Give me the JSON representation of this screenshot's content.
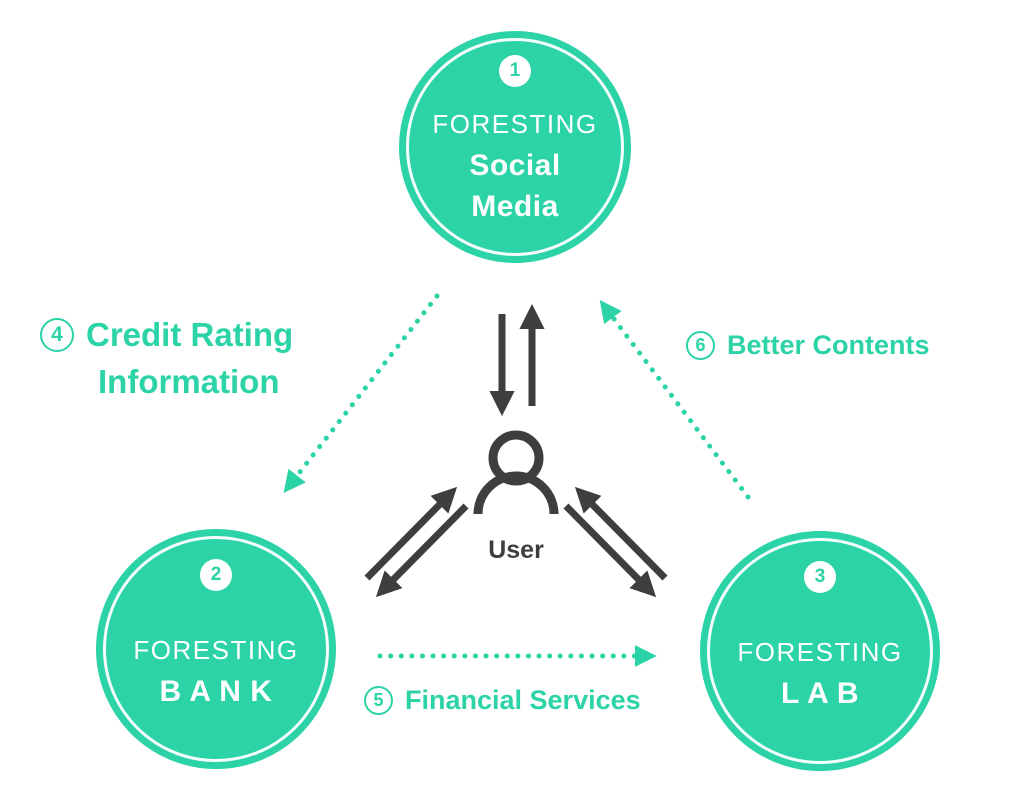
{
  "colors": {
    "teal": "#2bd3a7",
    "dark": "#3e3e3e",
    "white": "#ffffff"
  },
  "nodes": {
    "social": {
      "number": "1",
      "brand": "FORESTING",
      "title_line1": "Social",
      "title_line2": "Media"
    },
    "bank": {
      "number": "2",
      "brand": "FORESTING",
      "title": "B A N K"
    },
    "lab": {
      "number": "3",
      "brand": "FORESTING",
      "title": "L A B"
    }
  },
  "center": {
    "label": "User"
  },
  "edges": {
    "credit_rating": {
      "number": "4",
      "line1": "Credit Rating",
      "line2": "Information",
      "from": "Social Media",
      "to": "Bank"
    },
    "financial_services": {
      "number": "5",
      "label": "Financial Services",
      "from": "Bank",
      "to": "Lab"
    },
    "better_contents": {
      "number": "6",
      "label": "Better Contents",
      "from": "Lab",
      "to": "Social Media"
    }
  }
}
